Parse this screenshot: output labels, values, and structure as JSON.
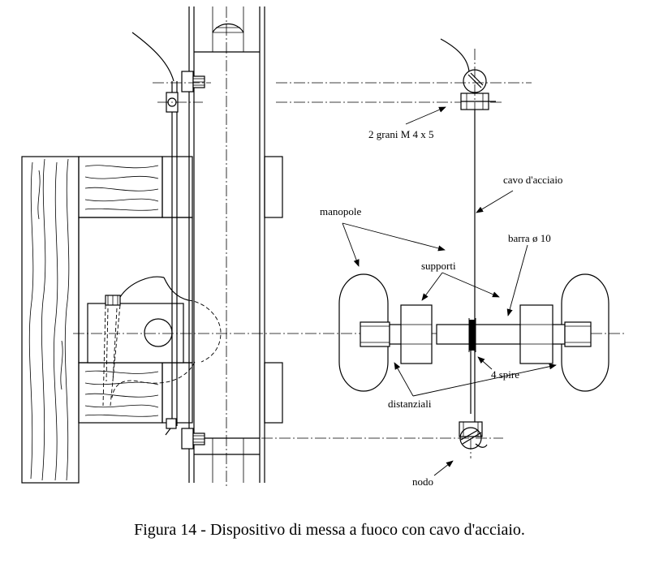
{
  "labels": {
    "grani": "2 grani M 4 x 5",
    "cavo": "cavo d'acciaio",
    "manopole": "manopole",
    "barra": "barra ø 10",
    "supporti": "supporti",
    "spire": "4 spire",
    "distanziali": "distanziali",
    "nodo": "nodo"
  },
  "caption": "Figura 14 - Dispositivo di messa a fuoco con cavo d'acciaio."
}
